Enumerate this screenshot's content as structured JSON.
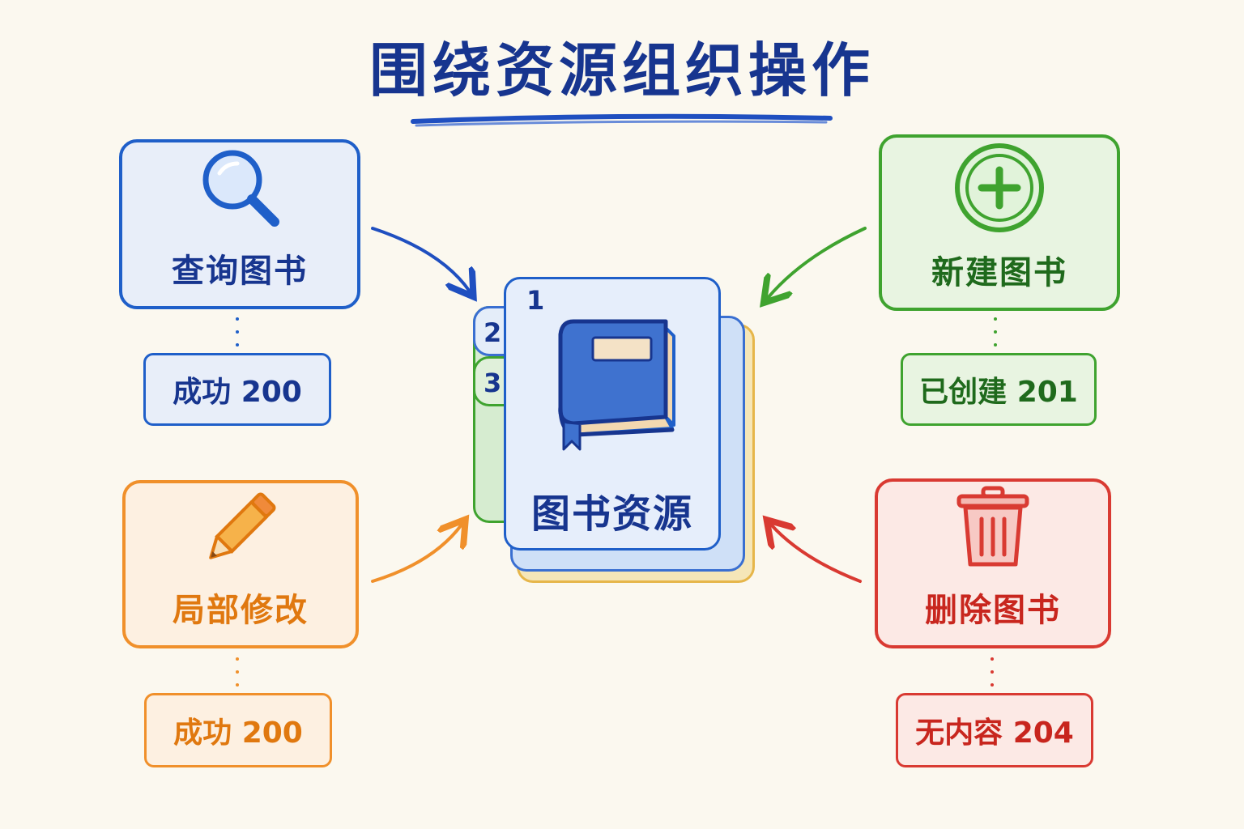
{
  "title": "围绕资源组织操作",
  "center": {
    "label": "图书资源",
    "tabs": [
      "1",
      "2",
      "3"
    ],
    "icon": "book-icon"
  },
  "operations": [
    {
      "key": "query",
      "label": "查询图书",
      "status": "成功 200",
      "icon": "magnifier-icon",
      "color": "#1f5fc9"
    },
    {
      "key": "create",
      "label": "新建图书",
      "status": "已创建 201",
      "icon": "plus-circle-icon",
      "color": "#3fa32f"
    },
    {
      "key": "patch",
      "label": "局部修改",
      "status": "成功 200",
      "icon": "pencil-icon",
      "color": "#f0902b"
    },
    {
      "key": "delete",
      "label": "删除图书",
      "status": "无内容 204",
      "icon": "trash-icon",
      "color": "#d93a32"
    }
  ]
}
